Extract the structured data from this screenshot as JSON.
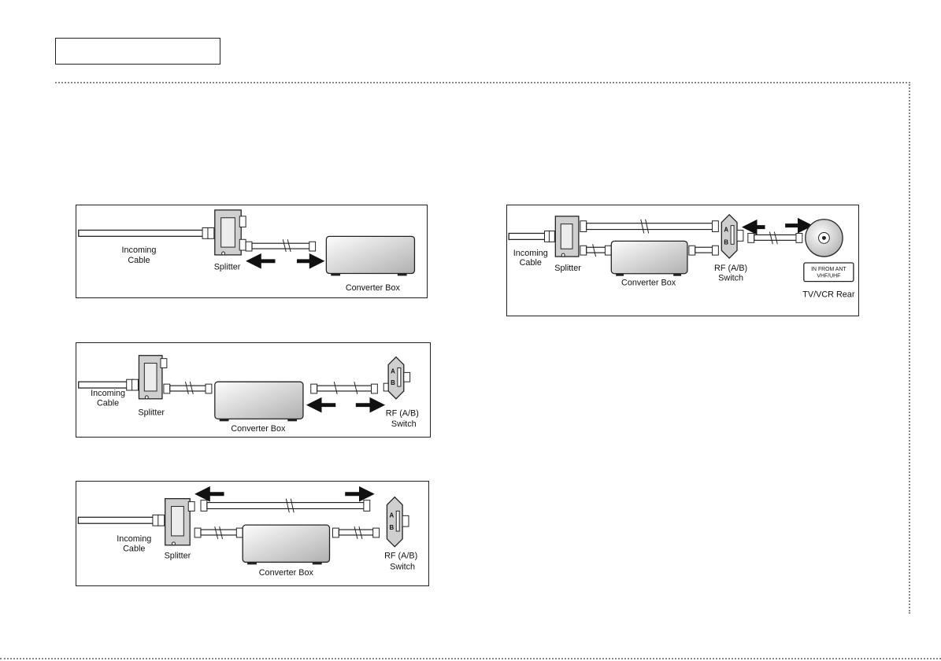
{
  "header": {
    "title": ""
  },
  "diagram1": {
    "incoming_cable": [
      "Incoming",
      "Cable"
    ],
    "splitter": "Splitter",
    "converter_box": "Converter Box"
  },
  "diagram2": {
    "incoming_cable": [
      "Incoming",
      "Cable"
    ],
    "splitter": "Splitter",
    "converter_box": "Converter Box",
    "rf_switch": [
      "RF (A/B)",
      "Switch"
    ],
    "switch_a": "A",
    "switch_b": "B"
  },
  "diagram3": {
    "incoming_cable": [
      "Incoming",
      "Cable"
    ],
    "splitter": "Splitter",
    "converter_box": "Converter Box",
    "rf_switch": [
      "RF (A/B)",
      "Switch"
    ],
    "switch_a": "A",
    "switch_b": "B"
  },
  "diagram4": {
    "incoming_cable": [
      "Incoming",
      "Cable"
    ],
    "splitter": "Splitter",
    "converter_box": "Converter Box",
    "rf_switch": [
      "RF (A/B)",
      "Switch"
    ],
    "switch_a": "A",
    "switch_b": "B",
    "in_from_ant": [
      "IN FROM ANT",
      "VHF/UHF"
    ],
    "tv_vcr_rear": "TV/VCR Rear"
  },
  "colors": {
    "line": "#222222",
    "box_gradient_light": "#ffffff",
    "box_gradient_dark": "#b8b8b8"
  }
}
